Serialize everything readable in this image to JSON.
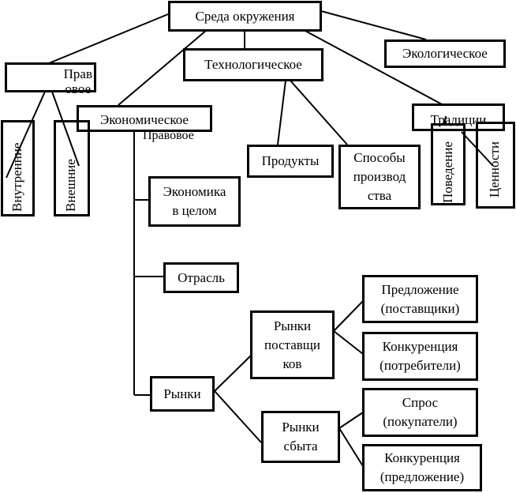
{
  "nodes": {
    "root": "Среда окружения",
    "ecological": "Экологическое",
    "technological": "Технологическое",
    "legal": "Прав\nовое",
    "economic": "Экономическое",
    "legal_overlay": "Правовое",
    "traditions": "Традиции",
    "internal": "Внутренние",
    "external": "Внешние",
    "products": "Продукты",
    "production_methods": "Способы\nпроизвод\nства",
    "behavior": "Поведение",
    "values": "Ценности",
    "economy_overall": "Экономика\nв целом",
    "industry": "Отрасль",
    "markets": "Рынки",
    "supplier_markets": "Рынки\nпоставщи\nков",
    "sales_markets": "Рынки\nсбыта",
    "supply": "Предложение\n(поставщики)",
    "competition_consumers": "Конкуренция\n(потребители)",
    "demand": "Спрос\n(покупатели)",
    "competition_supply": "Конкуренция\n(предложение)"
  }
}
